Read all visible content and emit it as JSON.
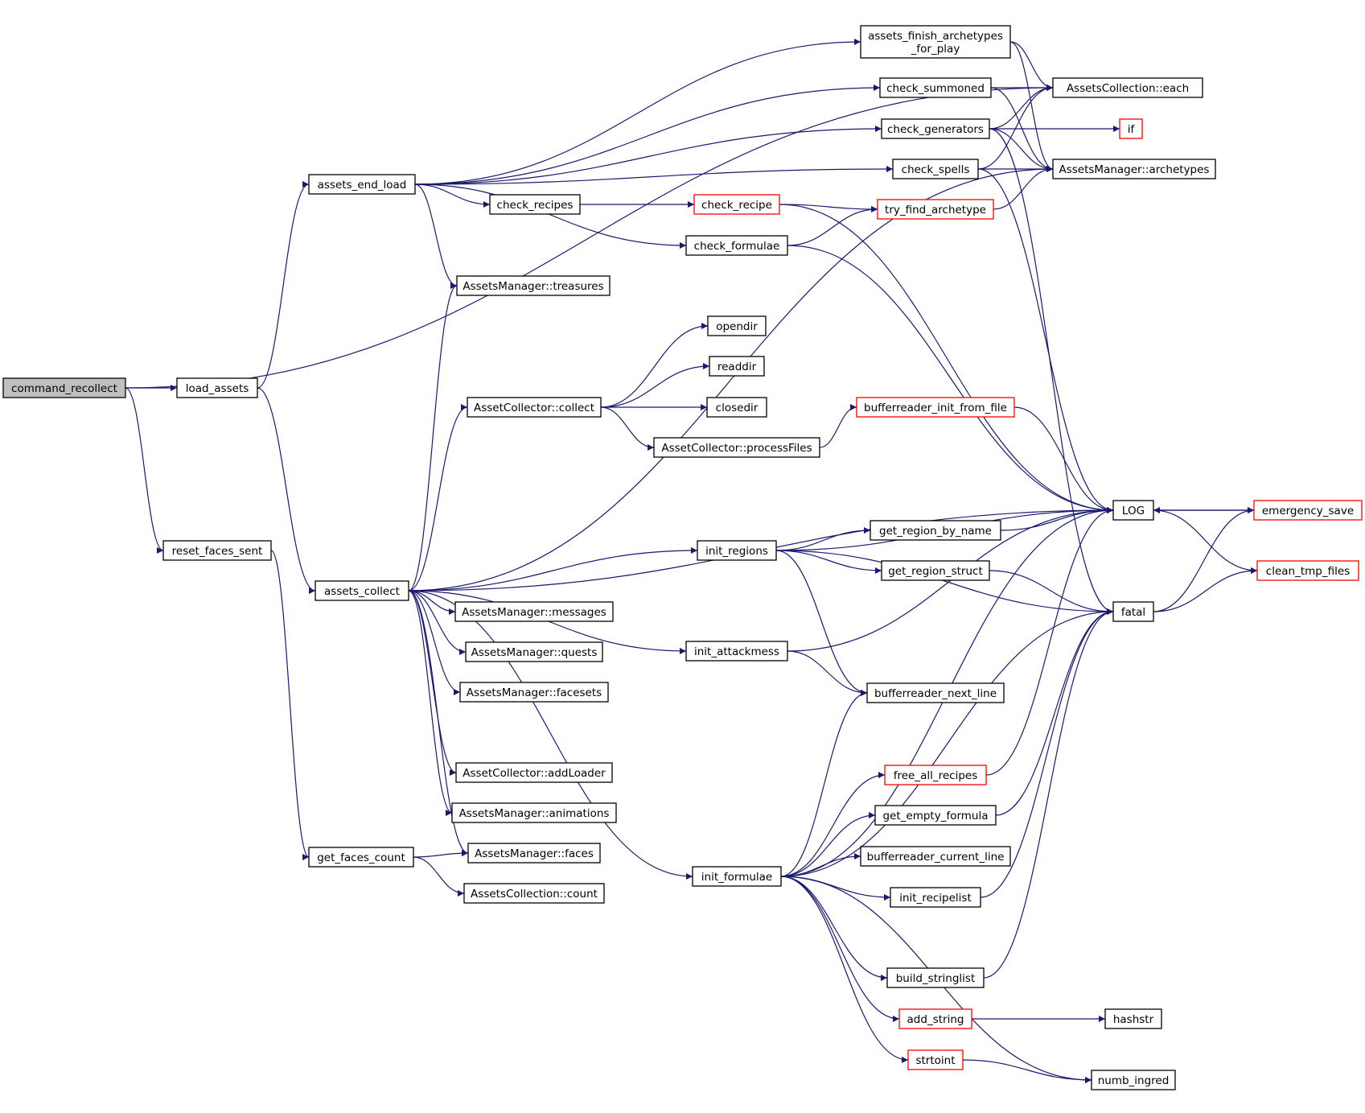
{
  "colors": {
    "edge": "#191970",
    "node_fill": "#ffffff",
    "node_border": "#000000",
    "highlight_border": "#ff0000",
    "root_fill": "#bfbfbf"
  },
  "nodes": [
    {
      "id": "command_recollect",
      "label": "command_recollect",
      "style": "root"
    },
    {
      "id": "load_assets",
      "label": "load_assets",
      "style": "normal"
    },
    {
      "id": "reset_faces_sent",
      "label": "reset_faces_sent",
      "style": "normal"
    },
    {
      "id": "assets_end_load",
      "label": "assets_end_load",
      "style": "normal"
    },
    {
      "id": "assets_collect",
      "label": "assets_collect",
      "style": "normal"
    },
    {
      "id": "get_faces_count",
      "label": "get_faces_count",
      "style": "normal"
    },
    {
      "id": "check_recipes",
      "label": "check_recipes",
      "style": "normal"
    },
    {
      "id": "am_treasures",
      "label": "AssetsManager::treasures",
      "style": "normal"
    },
    {
      "id": "ac_collect",
      "label": "AssetCollector::collect",
      "style": "normal"
    },
    {
      "id": "am_messages",
      "label": "AssetsManager::messages",
      "style": "normal"
    },
    {
      "id": "am_quests",
      "label": "AssetsManager::quests",
      "style": "normal"
    },
    {
      "id": "am_facesets",
      "label": "AssetsManager::facesets",
      "style": "normal"
    },
    {
      "id": "ac_addloader",
      "label": "AssetCollector::addLoader",
      "style": "normal"
    },
    {
      "id": "am_animations",
      "label": "AssetsManager::animations",
      "style": "normal"
    },
    {
      "id": "am_faces",
      "label": "AssetsManager::faces",
      "style": "normal"
    },
    {
      "id": "acoll_count",
      "label": "AssetsCollection::count",
      "style": "normal"
    },
    {
      "id": "check_recipe",
      "label": "check_recipe",
      "style": "highlight"
    },
    {
      "id": "check_formulae",
      "label": "check_formulae",
      "style": "normal"
    },
    {
      "id": "opendir",
      "label": "opendir",
      "style": "normal"
    },
    {
      "id": "readdir",
      "label": "readdir",
      "style": "normal"
    },
    {
      "id": "closedir",
      "label": "closedir",
      "style": "normal"
    },
    {
      "id": "ac_processfiles",
      "label": "AssetCollector::processFiles",
      "style": "normal"
    },
    {
      "id": "init_regions",
      "label": "init_regions",
      "style": "normal"
    },
    {
      "id": "init_attackmess",
      "label": "init_attackmess",
      "style": "normal"
    },
    {
      "id": "init_formulae",
      "label": "init_formulae",
      "style": "normal"
    },
    {
      "id": "assets_finish",
      "label": "assets_finish_archetypes\n_for_play",
      "style": "normal"
    },
    {
      "id": "check_summoned",
      "label": "check_summoned",
      "style": "normal"
    },
    {
      "id": "check_generators",
      "label": "check_generators",
      "style": "normal"
    },
    {
      "id": "check_spells",
      "label": "check_spells",
      "style": "normal"
    },
    {
      "id": "try_find_archetype",
      "label": "try_find_archetype",
      "style": "highlight"
    },
    {
      "id": "bufferreader_init_from_file",
      "label": "bufferreader_init_from_file",
      "style": "highlight"
    },
    {
      "id": "get_region_by_name",
      "label": "get_region_by_name",
      "style": "normal"
    },
    {
      "id": "get_region_struct",
      "label": "get_region_struct",
      "style": "normal"
    },
    {
      "id": "bufferreader_next_line",
      "label": "bufferreader_next_line",
      "style": "normal"
    },
    {
      "id": "free_all_recipes",
      "label": "free_all_recipes",
      "style": "highlight"
    },
    {
      "id": "get_empty_formula",
      "label": "get_empty_formula",
      "style": "normal"
    },
    {
      "id": "bufferreader_current_line",
      "label": "bufferreader_current_line",
      "style": "normal"
    },
    {
      "id": "init_recipelist",
      "label": "init_recipelist",
      "style": "normal"
    },
    {
      "id": "build_stringlist",
      "label": "build_stringlist",
      "style": "normal"
    },
    {
      "id": "add_string",
      "label": "add_string",
      "style": "highlight"
    },
    {
      "id": "strtoint",
      "label": "strtoint",
      "style": "highlight"
    },
    {
      "id": "acoll_each",
      "label": "AssetsCollection::each",
      "style": "normal"
    },
    {
      "id": "if",
      "label": "if",
      "style": "highlight"
    },
    {
      "id": "am_archetypes",
      "label": "AssetsManager::archetypes",
      "style": "normal"
    },
    {
      "id": "LOG",
      "label": "LOG",
      "style": "normal"
    },
    {
      "id": "fatal",
      "label": "fatal",
      "style": "normal"
    },
    {
      "id": "hashstr",
      "label": "hashstr",
      "style": "normal"
    },
    {
      "id": "numb_ingred",
      "label": "numb_ingred",
      "style": "normal"
    },
    {
      "id": "emergency_save",
      "label": "emergency_save",
      "style": "highlight"
    },
    {
      "id": "clean_tmp_files",
      "label": "clean_tmp_files",
      "style": "highlight"
    }
  ],
  "edges": [
    [
      "command_recollect",
      "load_assets"
    ],
    [
      "command_recollect",
      "reset_faces_sent"
    ],
    [
      "command_recollect",
      "acoll_each"
    ],
    [
      "load_assets",
      "assets_end_load"
    ],
    [
      "load_assets",
      "assets_collect"
    ],
    [
      "reset_faces_sent",
      "get_faces_count"
    ],
    [
      "assets_end_load",
      "assets_finish"
    ],
    [
      "assets_end_load",
      "check_summoned"
    ],
    [
      "assets_end_load",
      "check_generators"
    ],
    [
      "assets_end_load",
      "check_spells"
    ],
    [
      "assets_end_load",
      "check_recipes"
    ],
    [
      "assets_end_load",
      "check_formulae"
    ],
    [
      "assets_end_load",
      "am_treasures"
    ],
    [
      "assets_finish",
      "acoll_each"
    ],
    [
      "assets_finish",
      "am_archetypes"
    ],
    [
      "check_summoned",
      "acoll_each"
    ],
    [
      "check_summoned",
      "am_archetypes"
    ],
    [
      "check_generators",
      "acoll_each"
    ],
    [
      "check_generators",
      "if"
    ],
    [
      "check_generators",
      "am_archetypes"
    ],
    [
      "check_generators",
      "fatal"
    ],
    [
      "check_spells",
      "acoll_each"
    ],
    [
      "check_spells",
      "am_archetypes"
    ],
    [
      "check_spells",
      "LOG"
    ],
    [
      "check_recipes",
      "check_recipe"
    ],
    [
      "check_recipe",
      "try_find_archetype"
    ],
    [
      "check_recipe",
      "LOG"
    ],
    [
      "try_find_archetype",
      "am_archetypes"
    ],
    [
      "check_formulae",
      "try_find_archetype"
    ],
    [
      "check_formulae",
      "LOG"
    ],
    [
      "assets_collect",
      "am_archetypes"
    ],
    [
      "assets_collect",
      "am_treasures"
    ],
    [
      "assets_collect",
      "ac_collect"
    ],
    [
      "assets_collect",
      "LOG"
    ],
    [
      "assets_collect",
      "init_regions"
    ],
    [
      "assets_collect",
      "init_attackmess"
    ],
    [
      "assets_collect",
      "am_messages"
    ],
    [
      "assets_collect",
      "am_quests"
    ],
    [
      "assets_collect",
      "am_facesets"
    ],
    [
      "assets_collect",
      "ac_addloader"
    ],
    [
      "assets_collect",
      "am_animations"
    ],
    [
      "assets_collect",
      "am_faces"
    ],
    [
      "assets_collect",
      "init_formulae"
    ],
    [
      "ac_collect",
      "opendir"
    ],
    [
      "ac_collect",
      "readdir"
    ],
    [
      "ac_collect",
      "closedir"
    ],
    [
      "ac_collect",
      "ac_processfiles"
    ],
    [
      "ac_processfiles",
      "bufferreader_init_from_file"
    ],
    [
      "bufferreader_init_from_file",
      "LOG"
    ],
    [
      "init_regions",
      "LOG"
    ],
    [
      "init_regions",
      "get_region_by_name"
    ],
    [
      "init_regions",
      "get_region_struct"
    ],
    [
      "init_regions",
      "fatal"
    ],
    [
      "init_regions",
      "bufferreader_next_line"
    ],
    [
      "get_region_by_name",
      "LOG"
    ],
    [
      "get_region_struct",
      "fatal"
    ],
    [
      "init_attackmess",
      "LOG"
    ],
    [
      "init_attackmess",
      "bufferreader_next_line"
    ],
    [
      "init_formulae",
      "bufferreader_next_line"
    ],
    [
      "init_formulae",
      "LOG"
    ],
    [
      "init_formulae",
      "free_all_recipes"
    ],
    [
      "init_formulae",
      "get_empty_formula"
    ],
    [
      "init_formulae",
      "bufferreader_current_line"
    ],
    [
      "init_formulae",
      "init_recipelist"
    ],
    [
      "init_formulae",
      "fatal"
    ],
    [
      "init_formulae",
      "build_stringlist"
    ],
    [
      "init_formulae",
      "add_string"
    ],
    [
      "init_formulae",
      "strtoint"
    ],
    [
      "init_formulae",
      "numb_ingred"
    ],
    [
      "free_all_recipes",
      "LOG"
    ],
    [
      "get_empty_formula",
      "fatal"
    ],
    [
      "init_recipelist",
      "fatal"
    ],
    [
      "build_stringlist",
      "fatal"
    ],
    [
      "add_string",
      "hashstr"
    ],
    [
      "strtoint",
      "numb_ingred"
    ],
    [
      "get_faces_count",
      "am_faces"
    ],
    [
      "get_faces_count",
      "acoll_count"
    ],
    [
      "LOG",
      "emergency_save"
    ],
    [
      "LOG",
      "clean_tmp_files"
    ],
    [
      "emergency_save",
      "LOG"
    ],
    [
      "fatal",
      "emergency_save"
    ],
    [
      "fatal",
      "clean_tmp_files"
    ]
  ]
}
